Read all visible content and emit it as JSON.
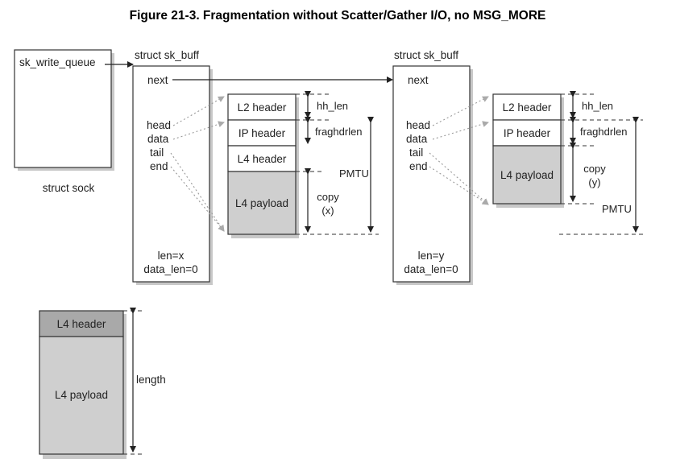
{
  "title": "Figure 21-3. Fragmentation without Scatter/Gather I/O, no MSG_MORE",
  "sock": {
    "queue_label": "sk_write_queue",
    "caption": "struct sock"
  },
  "skb1": {
    "caption": "struct sk_buff",
    "next": "next",
    "head": "head",
    "data": "data",
    "tail": "tail",
    "end": "end",
    "len": "len=x",
    "data_len": "data_len=0"
  },
  "frag1": {
    "l2": "L2 header",
    "ip": "IP header",
    "l4h": "L4 header",
    "l4p": "L4 payload",
    "hh_len": "hh_len",
    "fraghdrlen": "fraghdrlen",
    "pmtu": "PMTU",
    "copy": "copy",
    "copy_var": "(x)"
  },
  "skb2": {
    "caption": "struct sk_buff",
    "next": "next",
    "head": "head",
    "data": "data",
    "tail": "tail",
    "end": "end",
    "len": "len=y",
    "data_len": "data_len=0"
  },
  "frag2": {
    "l2": "L2 header",
    "ip": "IP header",
    "l4p": "L4 payload",
    "hh_len": "hh_len",
    "fraghdrlen": "fraghdrlen",
    "copy": "copy",
    "copy_var": "(y)",
    "pmtu": "PMTU"
  },
  "orig": {
    "l4h": "L4 header",
    "l4p": "L4 payload",
    "length": "length"
  }
}
